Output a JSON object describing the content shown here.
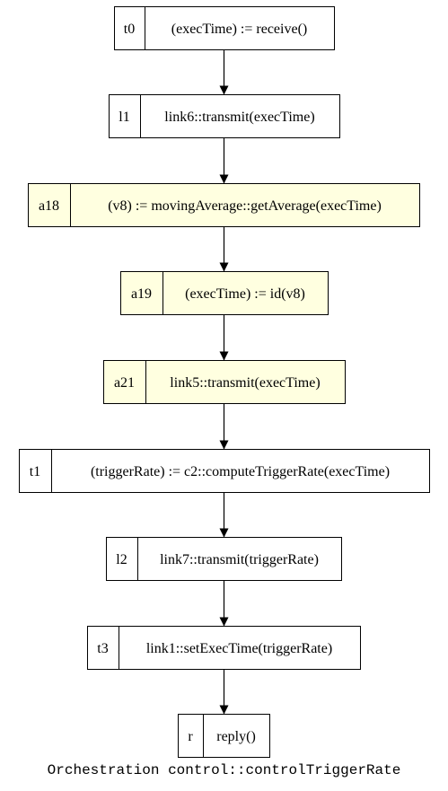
{
  "colors": {
    "plain_fill": "#ffffff",
    "highlight_fill": "#ffffe0",
    "stroke": "#000000"
  },
  "nodes": [
    {
      "id": "t0",
      "action": "(execTime) := receive()",
      "highlighted": false
    },
    {
      "id": "l1",
      "action": "link6::transmit(execTime)",
      "highlighted": false
    },
    {
      "id": "a18",
      "action": "(v8) := movingAverage::getAverage(execTime)",
      "highlighted": true
    },
    {
      "id": "a19",
      "action": "(execTime) := id(v8)",
      "highlighted": true
    },
    {
      "id": "a21",
      "action": "link5::transmit(execTime)",
      "highlighted": true
    },
    {
      "id": "t1",
      "action": "(triggerRate) := c2::computeTriggerRate(execTime)",
      "highlighted": false
    },
    {
      "id": "l2",
      "action": "link7::transmit(triggerRate)",
      "highlighted": false
    },
    {
      "id": "t3",
      "action": "link1::setExecTime(triggerRate)",
      "highlighted": false
    },
    {
      "id": "r",
      "action": "reply()",
      "highlighted": false
    }
  ],
  "edges": [
    {
      "from": "t0",
      "to": "l1"
    },
    {
      "from": "l1",
      "to": "a18"
    },
    {
      "from": "a18",
      "to": "a19"
    },
    {
      "from": "a19",
      "to": "a21"
    },
    {
      "from": "a21",
      "to": "t1"
    },
    {
      "from": "t1",
      "to": "l2"
    },
    {
      "from": "l2",
      "to": "t3"
    },
    {
      "from": "t3",
      "to": "r"
    }
  ],
  "caption": "Orchestration control::controlTriggerRate"
}
